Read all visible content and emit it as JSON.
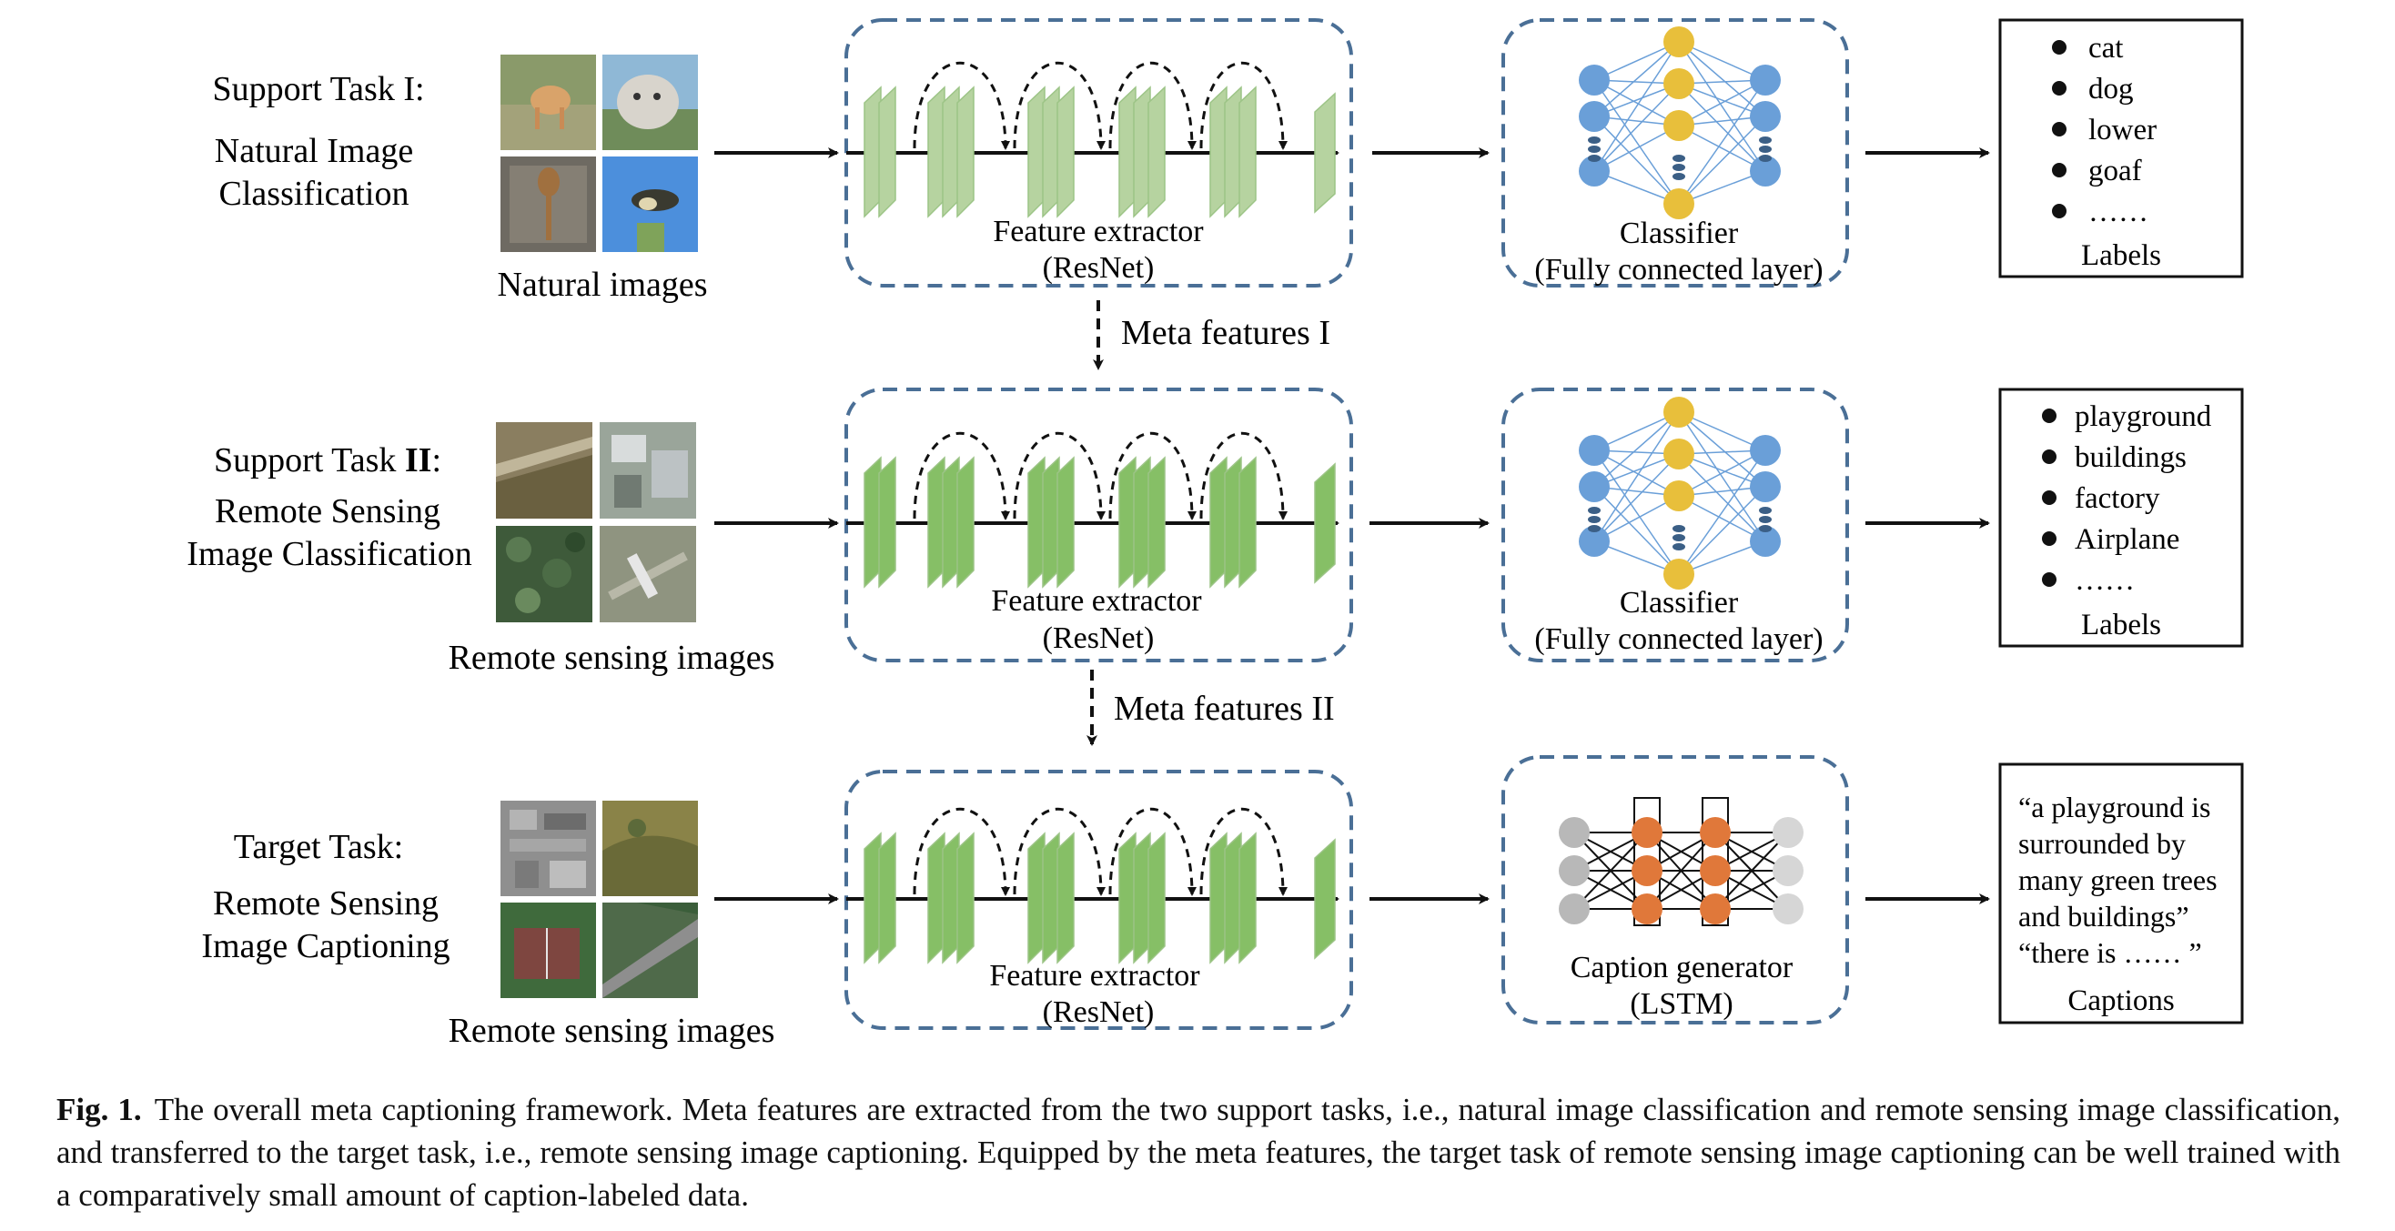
{
  "rows": [
    {
      "task_title": "Support Task I:",
      "task_subtitle_lines": [
        "Natural Image",
        "Classification"
      ],
      "images_label": "Natural images",
      "extractor_label": "Feature extractor",
      "extractor_sub": "(ResNet)",
      "head_label": "Classifier",
      "head_sub": "(Fully connected layer)",
      "output_items": [
        "cat",
        "dog",
        "lower",
        "goaf",
        "……"
      ],
      "output_label": "Labels"
    },
    {
      "task_title_prefix": "Support Task ",
      "task_title_bold": "II",
      "task_title_suffix": ":",
      "task_subtitle_lines": [
        "Remote Sensing",
        "Image Classification"
      ],
      "images_label": "Remote sensing images",
      "extractor_label": "Feature extractor",
      "extractor_sub": "(ResNet)",
      "head_label": "Classifier",
      "head_sub": "(Fully connected layer)",
      "output_items": [
        "playground",
        "buildings",
        "factory",
        "Airplane",
        "……"
      ],
      "output_label": "Labels"
    },
    {
      "task_title": "Target Task:",
      "task_subtitle_lines": [
        "Remote Sensing",
        "Image Captioning"
      ],
      "images_label": "Remote sensing images",
      "extractor_label": "Feature extractor",
      "extractor_sub": "(ResNet)",
      "head_label": "Caption generator",
      "head_sub": "(LSTM)",
      "output_lines": [
        "“a playground is",
        "surrounded by",
        "many green trees",
        "and buildings”",
        "“there is  …… ”"
      ],
      "output_label": "Captions"
    }
  ],
  "meta_features": [
    "Meta features I",
    "Meta features II"
  ],
  "caption": {
    "label": "Fig. 1.",
    "text": "The overall meta captioning framework. Meta features are extracted from the two support tasks, i.e., natural image classification and remote sensing image classification, and transferred to the target task, i.e., remote sensing image captioning. Equipped by the meta features, the target task of remote sensing image captioning can be well trained with a comparatively small amount of caption-labeled data."
  },
  "colors": {
    "dashed_box": "#4a6f96",
    "layer_light": "#b6d3a0",
    "layer_green": "#86bf66",
    "node_blue": "#6a9fd8",
    "node_yellow": "#e8bf3b",
    "node_orange": "#e0783a",
    "node_gray": "#b8b8b8"
  }
}
